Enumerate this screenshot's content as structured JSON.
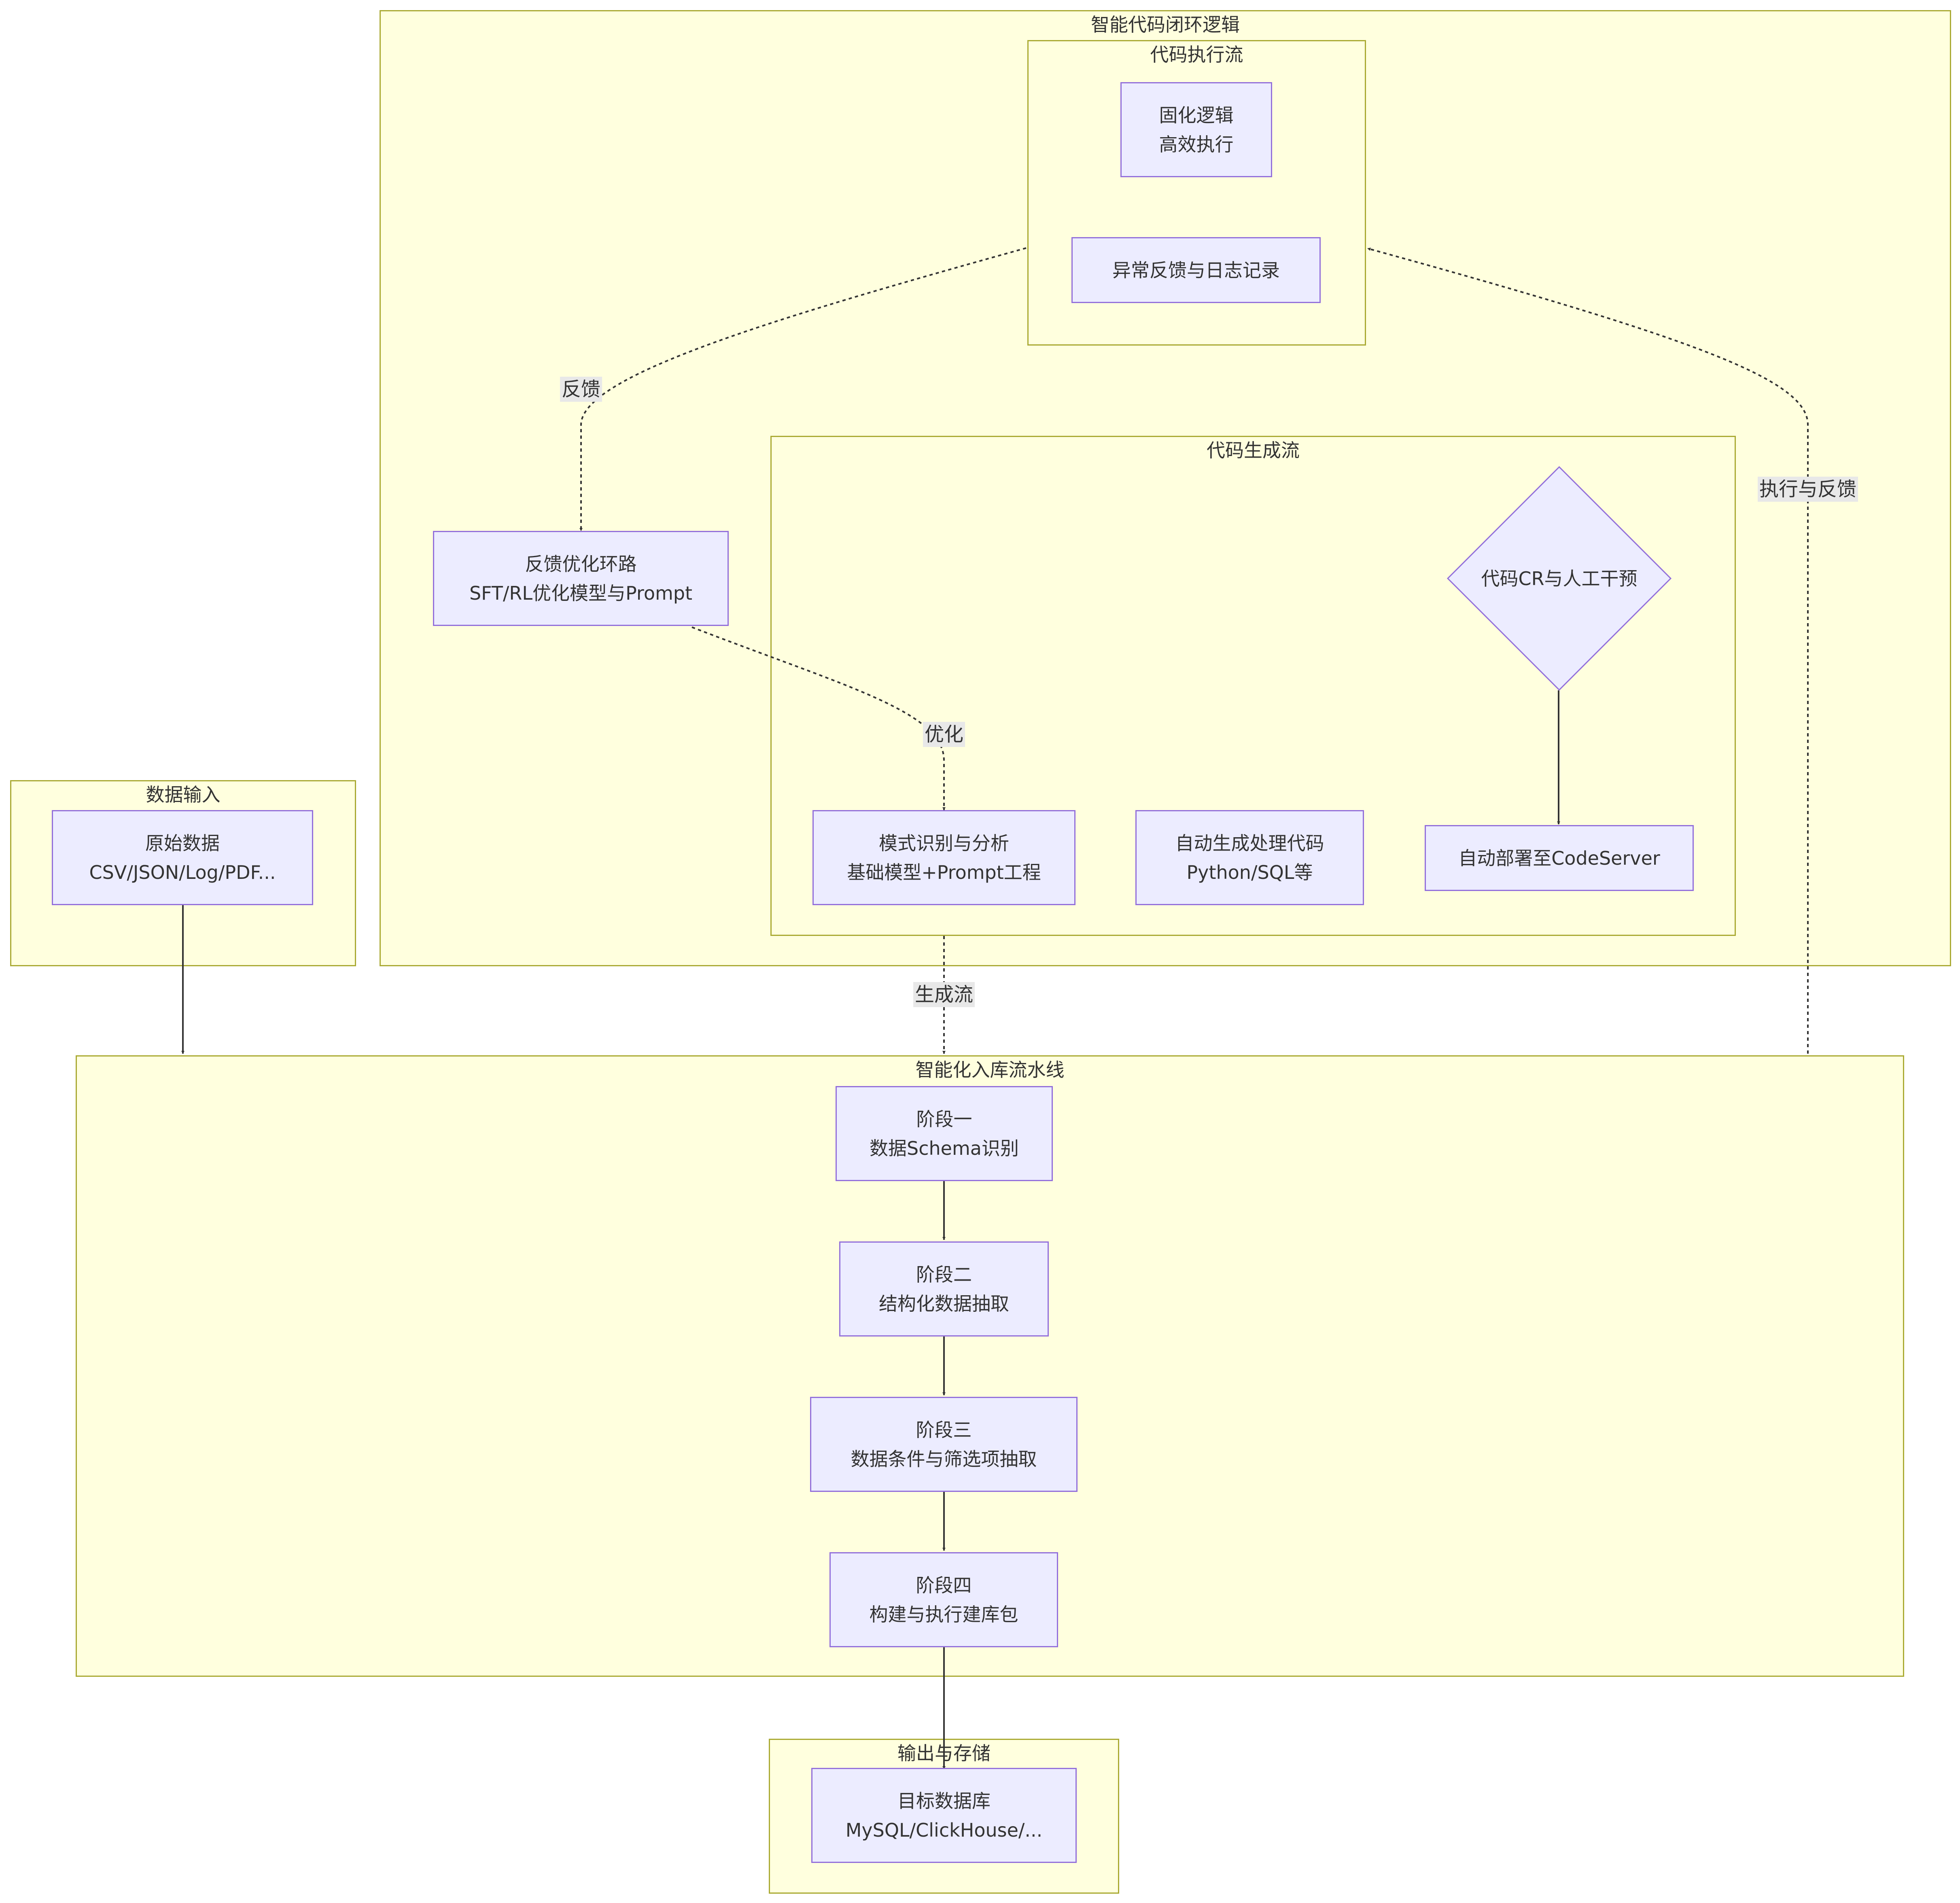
{
  "clusters": {
    "loop": {
      "title": "智能代码闭环逻辑"
    },
    "exec": {
      "title": "代码执行流"
    },
    "gen": {
      "title": "代码生成流"
    },
    "input": {
      "title": "数据输入"
    },
    "pipeline": {
      "title": "智能化入库流水线"
    },
    "output": {
      "title": "输出与存储"
    }
  },
  "nodes": {
    "fixed_logic": {
      "line1": "固化逻辑",
      "line2": "高效执行"
    },
    "exception": {
      "line1": "异常反馈与日志记录"
    },
    "feedback": {
      "line1": "反馈优化环路",
      "line2": "SFT/RL优化模型与Prompt"
    },
    "cr": {
      "line1": "代码CR与人工干预"
    },
    "pattern": {
      "line1": "模式识别与分析",
      "line2": "基础模型+Prompt工程"
    },
    "autogen": {
      "line1": "自动生成处理代码",
      "line2": "Python/SQL等"
    },
    "deploy": {
      "line1": "自动部署至CodeServer"
    },
    "raw": {
      "line1": "原始数据",
      "line2": "CSV/JSON/Log/PDF..."
    },
    "stage1": {
      "line1": "阶段一",
      "line2": "数据Schema识别"
    },
    "stage2": {
      "line1": "阶段二",
      "line2": "结构化数据抽取"
    },
    "stage3": {
      "line1": "阶段三",
      "line2": "数据条件与筛选项抽取"
    },
    "stage4": {
      "line1": "阶段四",
      "line2": "构建与执行建库包"
    },
    "db": {
      "line1": "目标数据库",
      "line2": "MySQL/ClickHouse/..."
    }
  },
  "edge_labels": {
    "feedback": "反馈",
    "optimize": "优化",
    "generate": "生成流",
    "exec_feedback": "执行与反馈"
  },
  "colors": {
    "cluster_fill": "#ffffde",
    "cluster_border": "#aaaa33",
    "node_fill": "#ececff",
    "node_border": "#9370db",
    "edge": "#333333",
    "edge_label_bg": "#e8e8e8"
  }
}
